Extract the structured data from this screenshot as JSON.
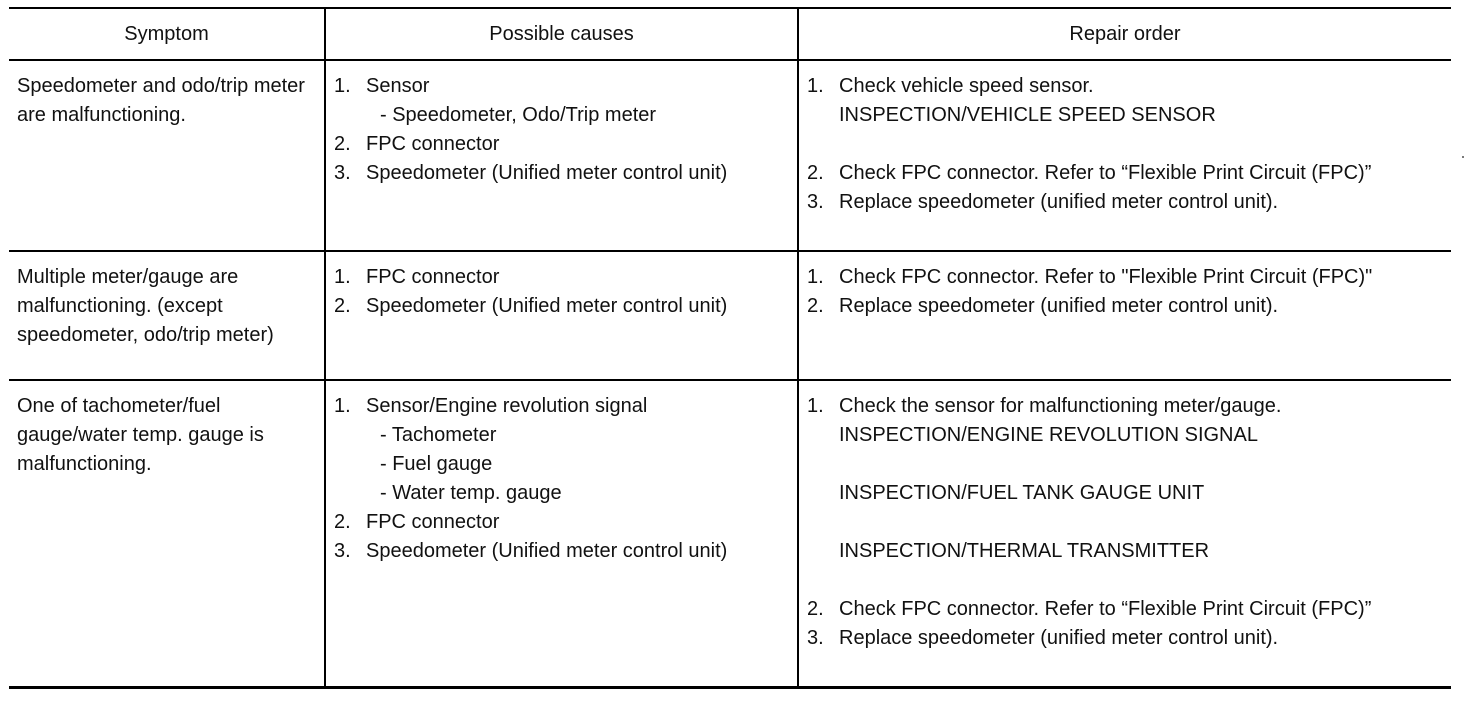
{
  "table": {
    "headers": [
      "Symptom",
      "Possible causes",
      "Repair order"
    ],
    "rows": [
      {
        "symptom": "Speedometer and odo/trip meter are malfunctioning.",
        "causes": [
          {
            "num": "1.",
            "text": "Sensor",
            "subs": [
              "- Speedometer, Odo/Trip meter"
            ]
          },
          {
            "num": "2.",
            "text": "FPC connector"
          },
          {
            "num": "3.",
            "text": "Speedometer (Unified meter control unit)"
          }
        ],
        "repairs": [
          {
            "num": "1.",
            "text": "Check vehicle speed sensor.",
            "refs": [
              "INSPECTION/VEHICLE SPEED SENSOR"
            ]
          },
          {
            "num": "2.",
            "text": "Check FPC connector. Refer to “Flexible Print Circuit (FPC)”"
          },
          {
            "num": "3.",
            "text": "Replace speedometer (unified meter control unit)."
          }
        ]
      },
      {
        "symptom": "Multiple meter/gauge are malfunctioning. (except speedometer, odo/trip meter)",
        "causes": [
          {
            "num": "1.",
            "text": "FPC connector"
          },
          {
            "num": "2.",
            "text": "Speedometer (Unified meter control unit)"
          }
        ],
        "repairs": [
          {
            "num": "1.",
            "text": "Check FPC connector. Refer to \"Flexible Print Circuit (FPC)\""
          },
          {
            "num": "2.",
            "text": "Replace speedometer (unified meter control unit)."
          }
        ]
      },
      {
        "symptom": "One of tachometer/fuel gauge/water temp. gauge is malfunctioning.",
        "causes": [
          {
            "num": "1.",
            "text": "Sensor/Engine revolution signal",
            "subs": [
              "- Tachometer",
              "- Fuel gauge",
              "- Water temp. gauge"
            ]
          },
          {
            "num": "2.",
            "text": "FPC connector"
          },
          {
            "num": "3.",
            "text": "Speedometer (Unified meter control unit)"
          }
        ],
        "repairs": [
          {
            "num": "1.",
            "text": "Check the sensor for malfunctioning meter/gauge.",
            "refs": [
              "INSPECTION/ENGINE REVOLUTION SIGNAL",
              "INSPECTION/FUEL TANK GAUGE UNIT",
              "INSPECTION/THERMAL TRANSMITTER"
            ]
          },
          {
            "num": "2.",
            "text": "Check FPC connector. Refer to “Flexible Print Circuit (FPC)”"
          },
          {
            "num": "3.",
            "text": "Replace speedometer (unified meter control unit)."
          }
        ]
      }
    ]
  }
}
